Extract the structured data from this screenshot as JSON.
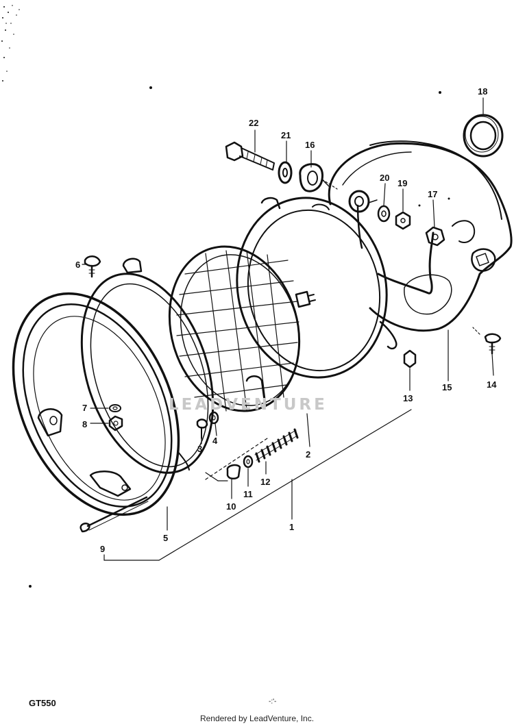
{
  "diagram": {
    "model_code": "GT550",
    "page_mark": "-:'-",
    "watermark": "LEADVENTURE",
    "footer": "Rendered by LeadVenture, Inc.",
    "callouts": [
      "1",
      "2",
      "3",
      "4",
      "5",
      "6",
      "7",
      "8",
      "9",
      "10",
      "11",
      "12",
      "13",
      "14",
      "15",
      "16",
      "17",
      "18",
      "19",
      "20",
      "21",
      "22"
    ]
  }
}
